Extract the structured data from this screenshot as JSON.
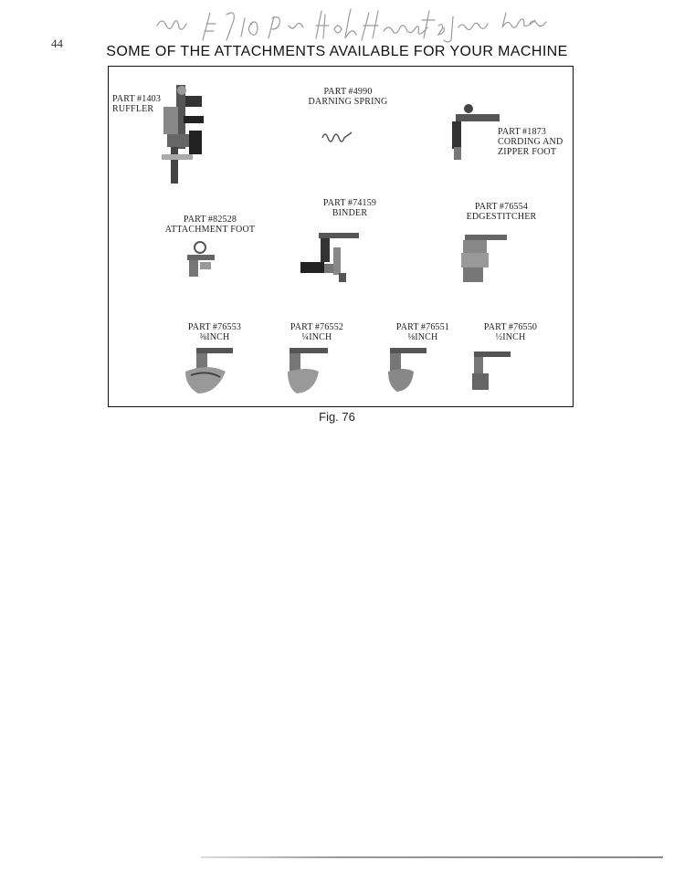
{
  "page_number": "44",
  "heading": "SOME OF THE ATTACHMENTS AVAILABLE FOR YOUR MACHINE",
  "figure_caption": "Fig. 76",
  "parts": {
    "ruffler": {
      "number": "PART #1403",
      "name": "RUFFLER"
    },
    "darning_spring": {
      "number": "PART #4990",
      "name": "DARNING SPRING"
    },
    "cording_foot": {
      "number": "PART #1873",
      "name1": "CORDING AND",
      "name2": "ZIPPER FOOT"
    },
    "attachment_foot": {
      "number": "PART #82528",
      "name": "ATTACHMENT FOOT"
    },
    "binder": {
      "number": "PART #74159",
      "name": "BINDER"
    },
    "edgestitcher": {
      "number": "PART #76554",
      "name": "EDGESTITCHER"
    },
    "hemmer_76553": {
      "number": "PART #76553",
      "size": "⅜INCH"
    },
    "hemmer_76552": {
      "number": "PART #76552",
      "size": "¼INCH"
    },
    "hemmer_76551": {
      "number": "PART #76551",
      "size": "⅛INCH"
    },
    "hemmer_76550": {
      "number": "PART #76550",
      "size": "½INCH"
    }
  }
}
